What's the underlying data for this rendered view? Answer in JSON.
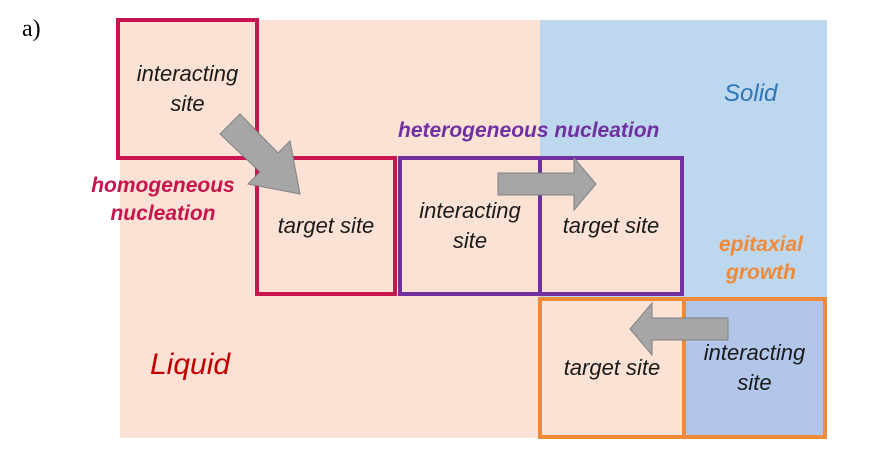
{
  "panel_label": "a)",
  "regions": {
    "liquid": "Liquid",
    "solid": "Solid"
  },
  "processes": {
    "homogeneous": "homogeneous nucleation",
    "homogeneous_line1": "homogeneous",
    "homogeneous_line2": "nucleation",
    "heterogeneous": "heterogeneous nucleation",
    "epitaxial_line1": "epitaxial",
    "epitaxial_line2": "growth"
  },
  "boxes": {
    "homo_interacting": "interacting site",
    "homo_target": "target site",
    "hetero_interacting": "interacting site",
    "hetero_target": "target site",
    "epi_target": "target site",
    "epi_interacting": "interacting site"
  },
  "colors": {
    "liquid_fill": "#fbe2d4",
    "solid_fill": "#bcd7ee",
    "homogeneous": "#c8144f",
    "heterogeneous": "#7030a0",
    "epitaxial": "#ee8a3a",
    "liquid_text": "#c00000",
    "solid_text": "#2e75b6",
    "arrow": "#a6a6a6"
  }
}
